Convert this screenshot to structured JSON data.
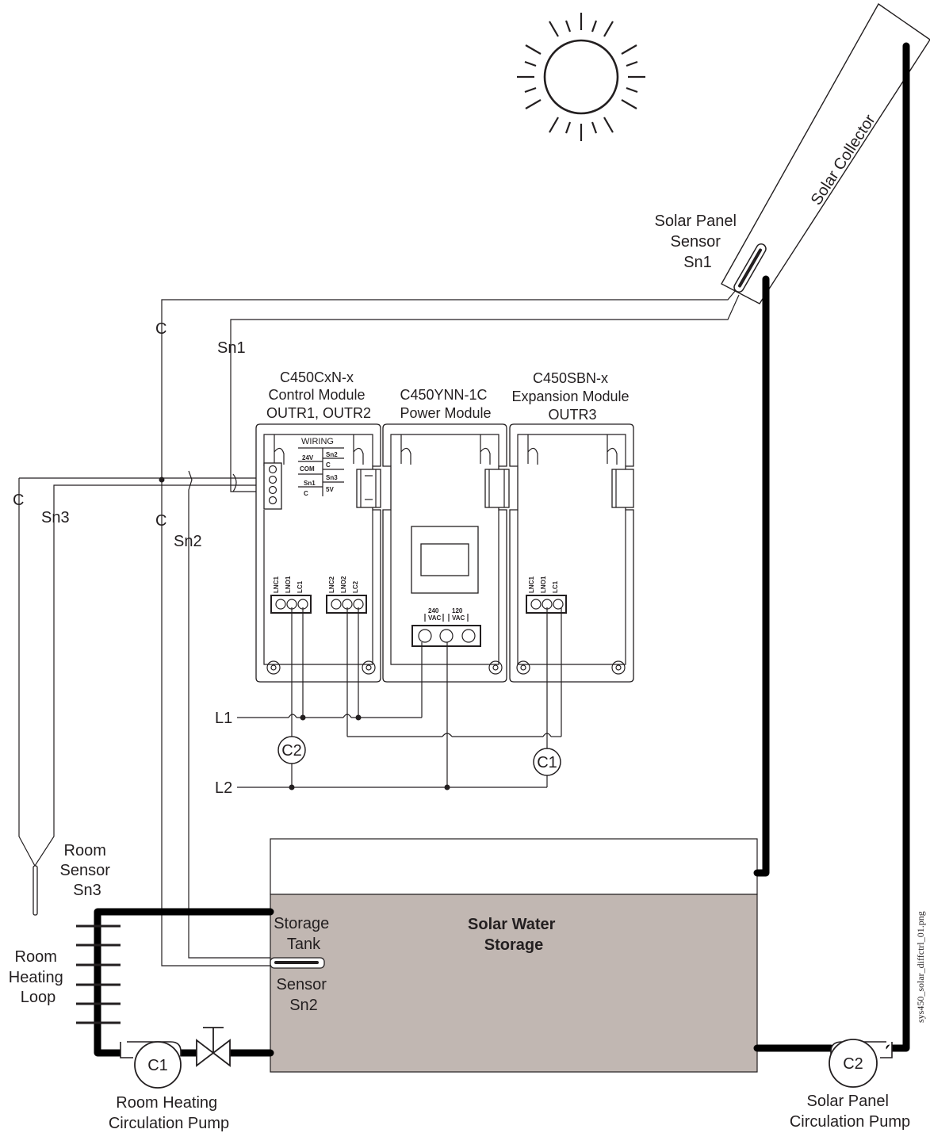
{
  "solar_collector": "Solar Collector",
  "solar_panel_sensor": [
    "Solar Panel",
    "Sensor",
    "Sn1"
  ],
  "wire_labels": {
    "c_top": "C",
    "sn1": "Sn1",
    "c_left": "C",
    "sn3": "Sn3",
    "c_mid": "C",
    "sn2": "Sn2",
    "l1": "L1",
    "l2": "L2"
  },
  "modules": {
    "control": [
      "C450CxN-x",
      "Control Module",
      "OUTR1, OUTR2"
    ],
    "power": [
      "C450YNN-1C",
      "Power Module"
    ],
    "expansion": [
      "C450SBN-x",
      "Expansion Module",
      "OUTR3"
    ]
  },
  "wiring_table": {
    "title": "WIRING",
    "left": [
      "24V",
      "COM",
      "Sn1",
      "C"
    ],
    "right": [
      "Sn2",
      "C",
      "Sn3",
      "5V"
    ]
  },
  "relay_terminals": {
    "out1": [
      "LNC1",
      "LNO1",
      "LC1"
    ],
    "out2": [
      "LNC2",
      "LNO2",
      "LC2"
    ],
    "out3": [
      "LNC1",
      "LNO1",
      "LC1"
    ]
  },
  "power_terminals": [
    "240",
    "VAC",
    "120",
    "VAC"
  ],
  "pump_symbols": {
    "c2_circuit": "C2",
    "c1_circuit": "C1",
    "c1_pump": "C1",
    "c2_pump": "C2"
  },
  "room_sensor": [
    "Room",
    "Sensor",
    "Sn3"
  ],
  "tank": {
    "title": [
      "Solar Water",
      "Storage"
    ],
    "sensor_label": [
      "Storage",
      "Tank"
    ],
    "sensor_name": [
      "Sensor",
      "Sn2"
    ],
    "fill_color": "#c1b7b2"
  },
  "room_heating_loop": [
    "Room",
    "Heating",
    "Loop"
  ],
  "room_heating_pump": [
    "Room Heating",
    "Circulation Pump"
  ],
  "solar_panel_pump": [
    "Solar Panel",
    "Circulation Pump"
  ],
  "file_label": "sys450_solar_diffctrl_01.png"
}
